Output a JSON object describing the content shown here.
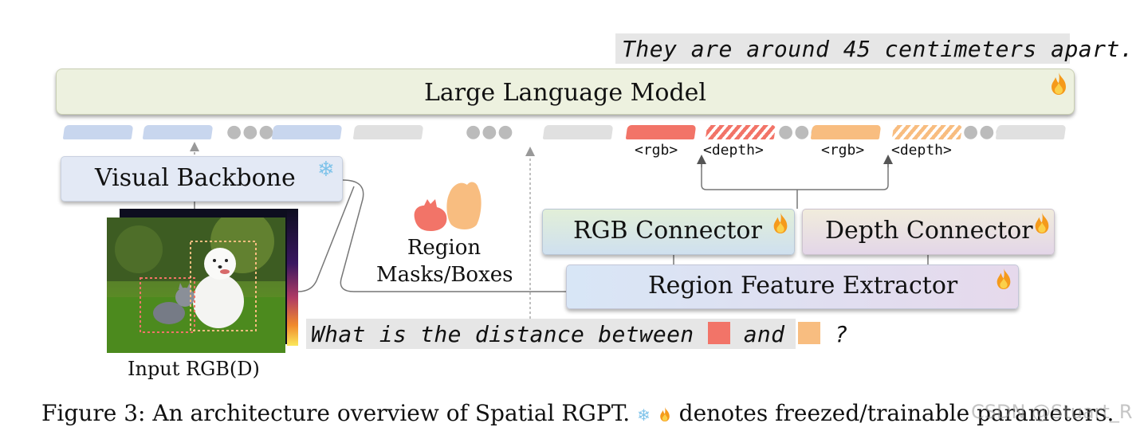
{
  "answer": "They are around 45 centimeters apart.",
  "llm": {
    "label": "Large Language Model"
  },
  "token_labels": {
    "rgb_1": "<rgb>",
    "depth_1": "<depth>",
    "rgb_2": "<rgb>",
    "depth_2": "<depth>"
  },
  "visual_backbone": {
    "label": "Visual Backbone"
  },
  "rgb_connector": {
    "label": "RGB Connector"
  },
  "depth_connector": {
    "label": "Depth Connector"
  },
  "region_feature_extractor": {
    "label": "Region Feature Extractor"
  },
  "region": {
    "line1": "Region",
    "line2": "Masks/Boxes"
  },
  "question": {
    "part1": "What is the distance between",
    "part2": "and",
    "part3": "?"
  },
  "input": {
    "label": "Input RGB(D)"
  },
  "caption": {
    "number": "Figure 3:",
    "text": "An architecture overview of Spatial RGPT.",
    "suffix": "denotes freezed/trainable parameters."
  },
  "watermark": "CSDN @Stuart_R",
  "colors": {
    "region_red": "#f27468",
    "region_orange": "#f8bd80",
    "frozen_blue": "#7fc3ea",
    "trainable_orange": "#f59a1b"
  },
  "icons": {
    "frozen": "snowflake-icon",
    "trainable": "flame-icon"
  }
}
